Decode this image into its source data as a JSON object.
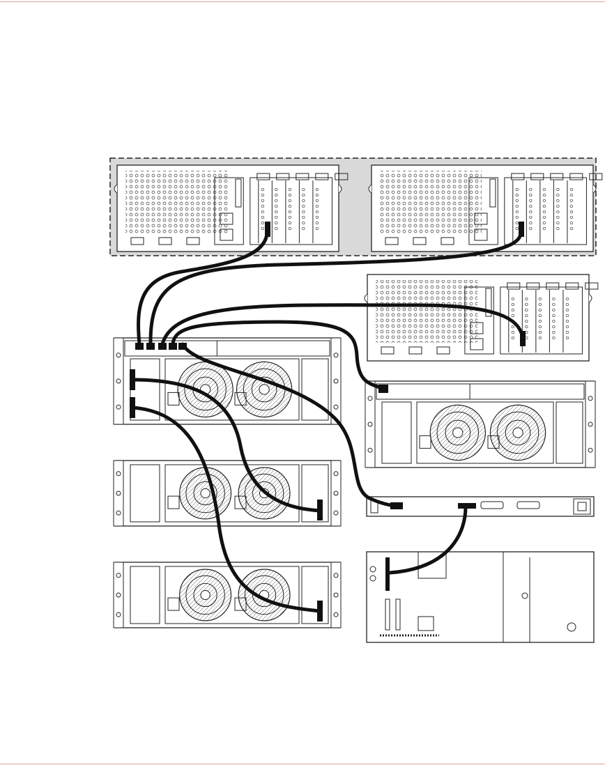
{
  "colors": {
    "page_rule": "#e8a0a0",
    "enclosure_fill": "#d9d9d9",
    "chassis_fill": "#ffffff",
    "line": "#1a1a1a",
    "cable": "#111111"
  },
  "diagram": {
    "components": [
      {
        "name": "server-left",
        "kind": "rackmount-server-rear"
      },
      {
        "name": "server-right",
        "kind": "rackmount-server-rear"
      },
      {
        "name": "server-standalone",
        "kind": "rackmount-server-rear"
      },
      {
        "name": "storage-controller-enclosure",
        "kind": "disk-enclosure-with-fans"
      },
      {
        "name": "disk-expansion-enclosure-1",
        "kind": "disk-enclosure-with-fans"
      },
      {
        "name": "disk-expansion-enclosure-2",
        "kind": "disk-enclosure-with-fans"
      },
      {
        "name": "disk-enclosure-right",
        "kind": "disk-enclosure-with-fans"
      },
      {
        "name": "router-bridge",
        "kind": "1u-device"
      },
      {
        "name": "tape-library",
        "kind": "tape-unit"
      }
    ],
    "cables": [
      {
        "from": "server-left",
        "to": "storage-controller-enclosure"
      },
      {
        "from": "server-right",
        "to": "storage-controller-enclosure"
      },
      {
        "from": "server-standalone",
        "to": "storage-controller-enclosure"
      },
      {
        "from": "storage-controller-enclosure",
        "to": "disk-enclosure-right"
      },
      {
        "from": "storage-controller-enclosure",
        "to": "router-bridge"
      },
      {
        "from": "storage-controller-enclosure",
        "to": "disk-expansion-enclosure-1"
      },
      {
        "from": "storage-controller-enclosure",
        "to": "disk-expansion-enclosure-2"
      },
      {
        "from": "router-bridge",
        "to": "tape-library"
      }
    ]
  }
}
